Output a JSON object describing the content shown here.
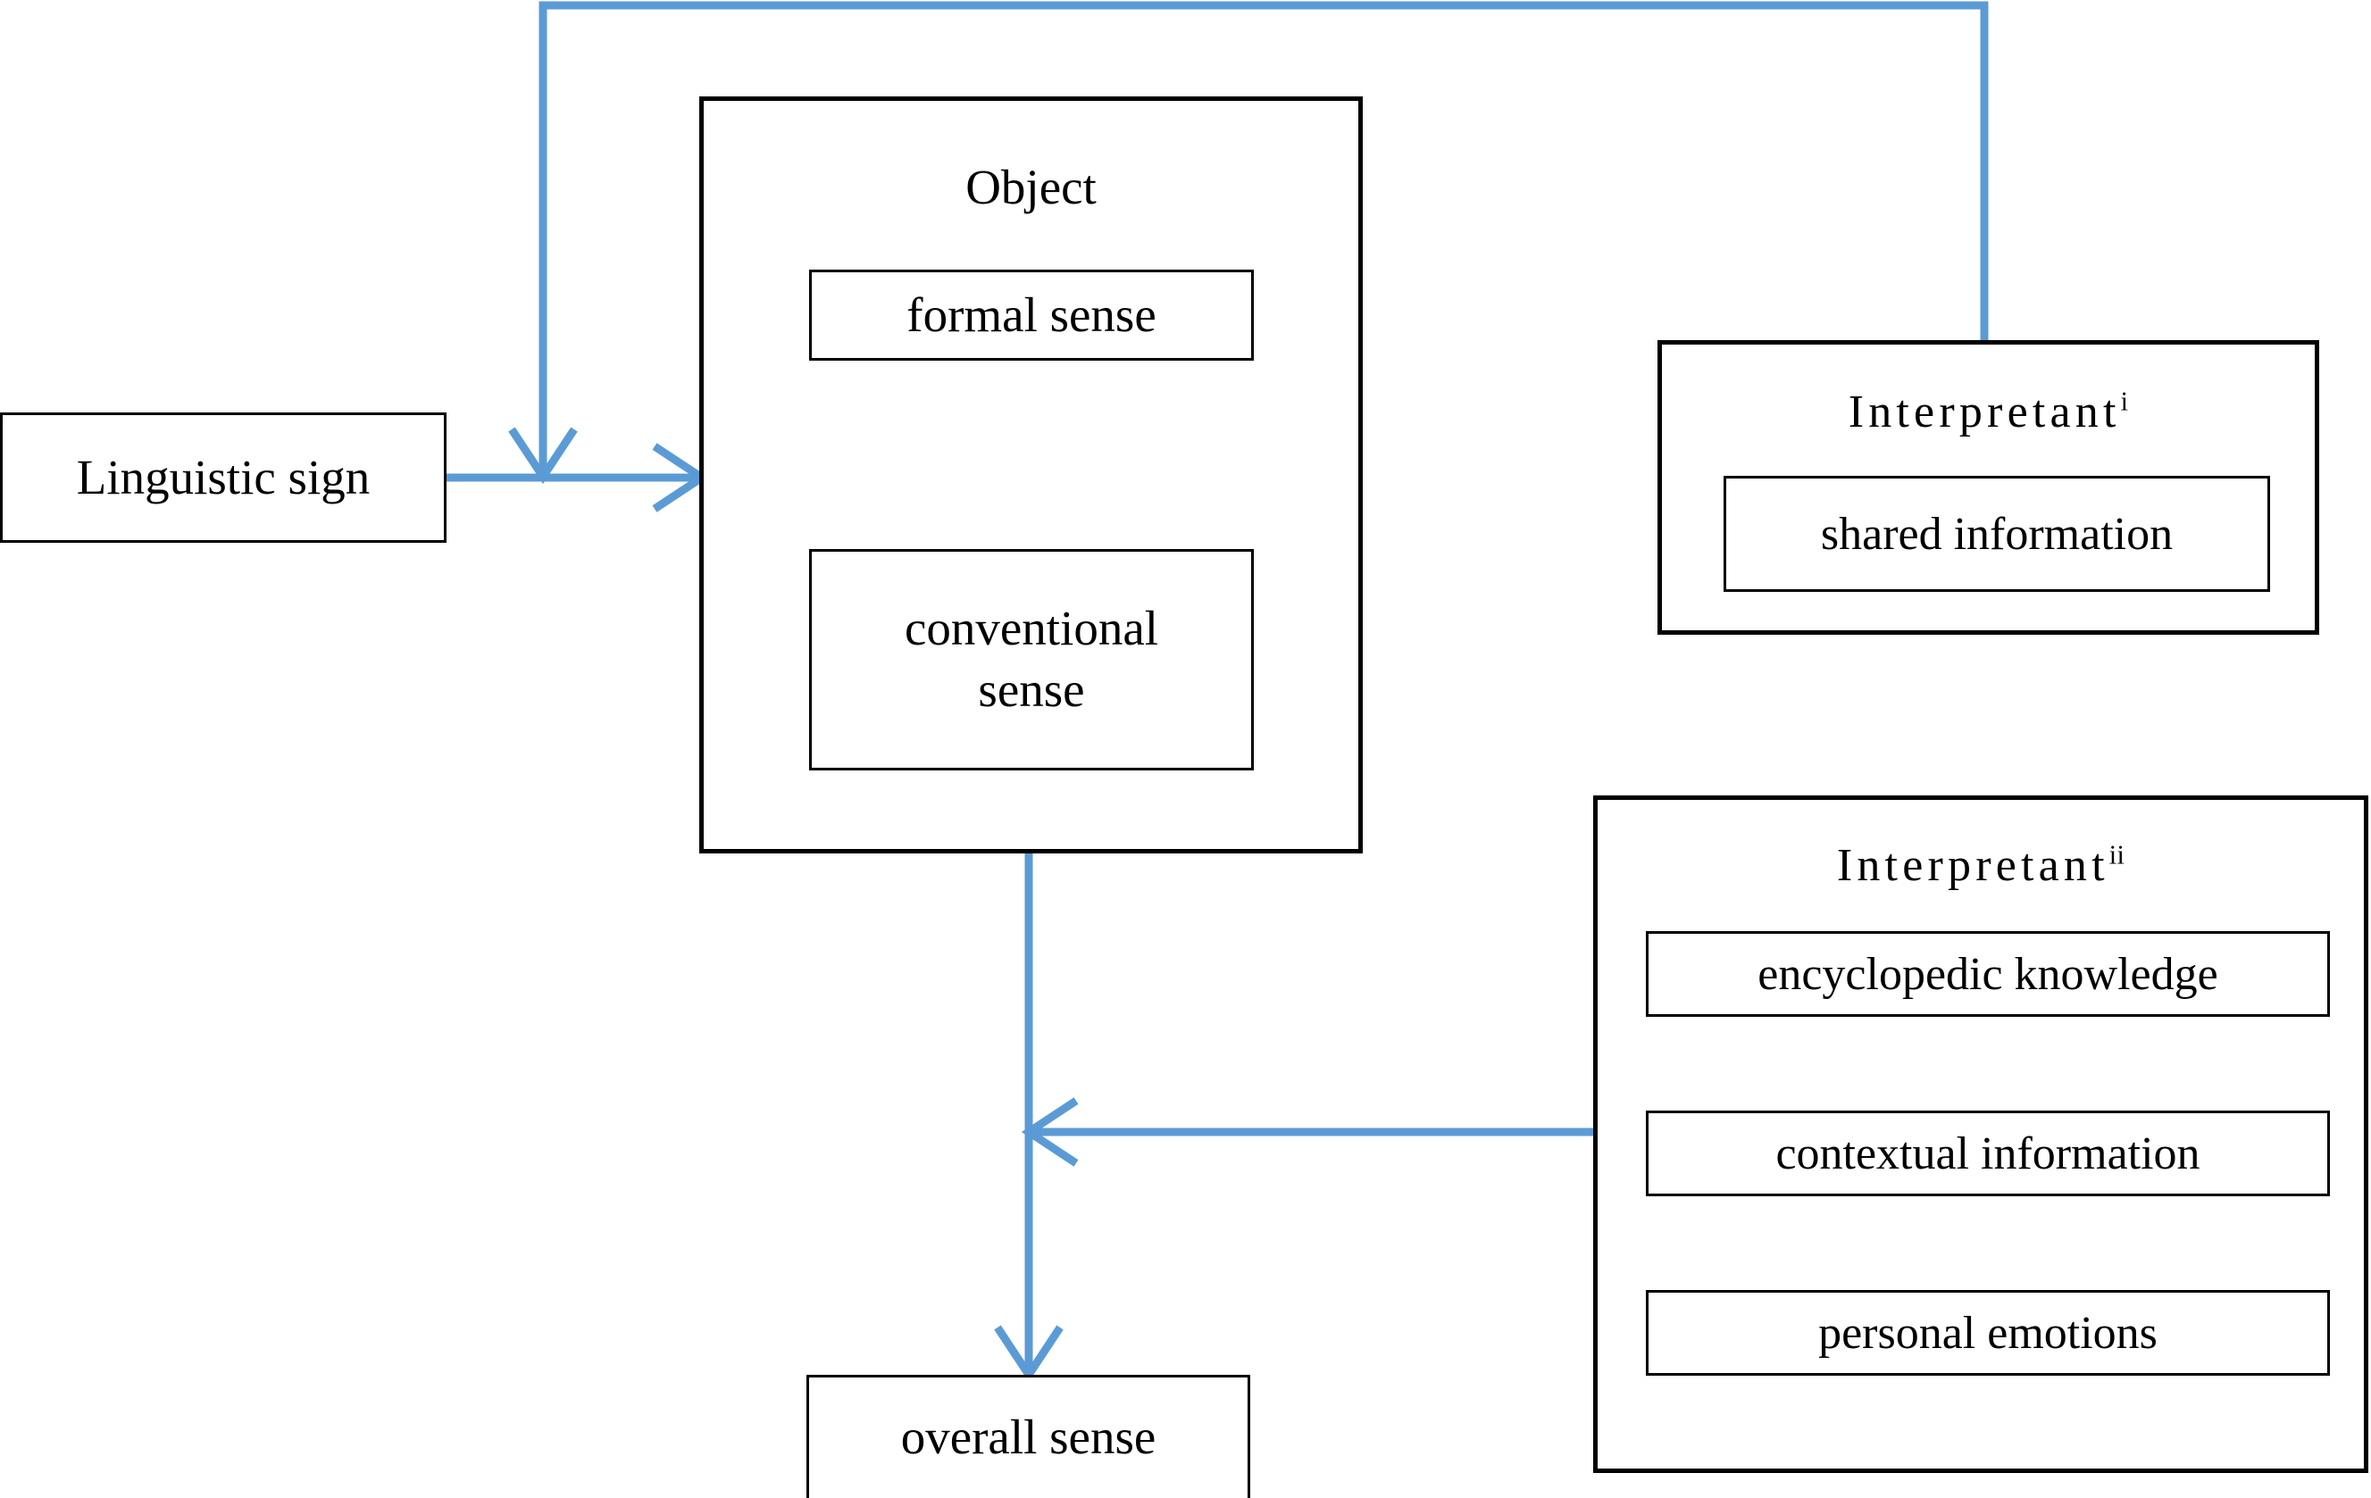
{
  "diagram": {
    "title_text": "",
    "accent_color": "#5B9BD5",
    "border_color": "#000000",
    "background_color": "#FFFFFF"
  },
  "nodes": {
    "linguistic_sign": {
      "label": "Linguistic sign"
    },
    "object_group": {
      "title": "Object"
    },
    "formal_sense": {
      "label": "formal sense"
    },
    "conventional_sense": {
      "label": "conventional sense"
    },
    "overall_sense": {
      "label": "overall sense"
    },
    "interpretant_i": {
      "title": "Interpretant",
      "superscript": "i"
    },
    "shared_information": {
      "label": "shared information"
    },
    "interpretant_ii": {
      "title": "Interpretant",
      "superscript": "ii"
    },
    "encyclopedic_knowledge": {
      "label": "encyclopedic knowledge"
    },
    "contextual_information": {
      "label": "contextual information"
    },
    "personal_emotions": {
      "label": "personal emotions"
    }
  },
  "edges": [
    {
      "name": "sign-to-object",
      "from": "linguistic_sign",
      "to": "object_group",
      "arrow": "right"
    },
    {
      "name": "formal-to-conventional",
      "from": "formal_sense",
      "to": "conventional_sense",
      "arrow": "down"
    },
    {
      "name": "conventional-to-overall",
      "from": "conventional_sense",
      "to": "overall_sense",
      "arrow": "down"
    },
    {
      "name": "interpretant-i-feedback",
      "from": "interpretant_i",
      "to": "sign-to-object",
      "arrow": "down"
    },
    {
      "name": "interpretant-ii-to-overall-path",
      "from": "interpretant_ii",
      "to": "conventional-to-overall",
      "arrow": "left"
    }
  ]
}
